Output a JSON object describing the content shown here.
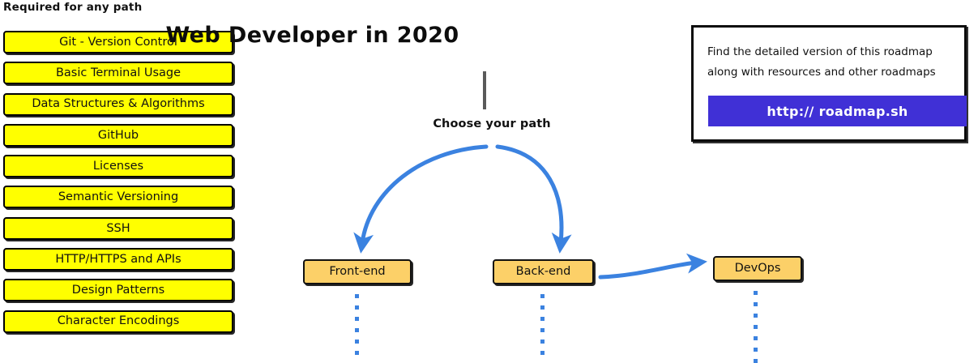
{
  "title": "Web Developer in 2020",
  "left_column": {
    "heading": "Required for any path",
    "items": [
      {
        "label": "Git - Version Control"
      },
      {
        "label": "Basic Terminal Usage"
      },
      {
        "label": "Data Structures & Algorithms"
      },
      {
        "label": "GitHub"
      },
      {
        "label": "Licenses"
      },
      {
        "label": "Semantic Versioning"
      },
      {
        "label": "SSH"
      },
      {
        "label": "HTTP/HTTPS and APIs"
      },
      {
        "label": "Design Patterns"
      },
      {
        "label": "Character Encodings"
      }
    ]
  },
  "center": {
    "choose_path_label": "Choose your path",
    "paths": [
      {
        "label": "Front-end"
      },
      {
        "label": "Back-end"
      },
      {
        "label": "DevOps"
      }
    ]
  },
  "info_card": {
    "line1": "Find the detailed version of this roadmap",
    "line2": "along with resources and other roadmaps",
    "button_label": "http:// roadmap.sh"
  },
  "colors": {
    "required_box_fill": "#ffff00",
    "path_box_fill": "#fcd068",
    "arrow_blue": "#3b82e0",
    "button_blue": "#4030d6",
    "trunk_gray": "#5a5a5a",
    "border_black": "#000000",
    "background": "#ffffff"
  }
}
